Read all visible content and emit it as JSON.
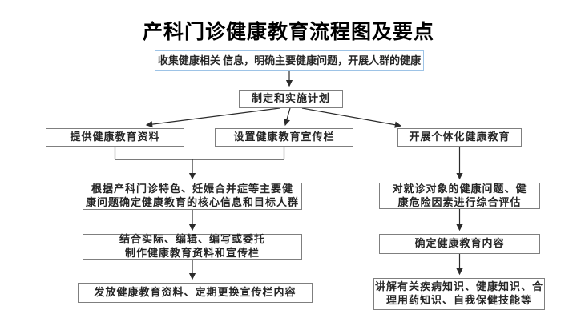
{
  "title": "产科门诊健康教育流程图及要点",
  "colors": {
    "title_text": "#000000",
    "text": "#262626",
    "connector": "#2b2b2b",
    "box_border": "#7F7F7F",
    "top_box_border": "#9DC3E6"
  },
  "flowchart": {
    "nodes": [
      {
        "id": "collect-info",
        "lines": [
          "收集健康相关 信息，明确主要健康问题，开展人群的健康"
        ]
      },
      {
        "id": "make-plan",
        "lines": [
          "制定和实施计划"
        ]
      },
      {
        "id": "provide-materials",
        "lines": [
          "提供健康教育资料"
        ]
      },
      {
        "id": "setup-bulletin",
        "lines": [
          "设置健康教育宣传栏"
        ]
      },
      {
        "id": "individual-education",
        "lines": [
          "开展个体化健康教育"
        ]
      },
      {
        "id": "core-info-target",
        "lines": [
          "根据产科门诊特色、妊娠合并症等主要健",
          "康问题确定健康教育的核心信息和目标人群"
        ]
      },
      {
        "id": "produce-materials",
        "lines": [
          "结合实际、编辑、编写或委托",
          "制作健康教育资料和宣传栏"
        ]
      },
      {
        "id": "distribute-update",
        "lines": [
          "发放健康教育资料、定期更换宣传栏内容"
        ]
      },
      {
        "id": "comprehensive-assess",
        "lines": [
          "对就诊对象的健康问题、健",
          "康危险因素进行综合评估"
        ]
      },
      {
        "id": "determine-content",
        "lines": [
          "确定健康教育内容"
        ]
      },
      {
        "id": "explain-knowledge",
        "lines": [
          "讲解有关疾病知识、健康知识、合",
          "理用药知识、自我保健技能等"
        ]
      }
    ]
  }
}
